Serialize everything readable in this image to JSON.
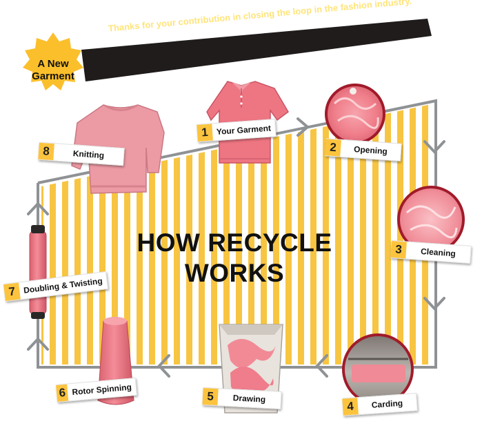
{
  "diagram": {
    "title_line1": "HOW RECYCLE",
    "title_line2": "WORKS",
    "banner_text": "Thanks for your contribution in closing the loop in the fashion industry.",
    "star_text_line1": "A New",
    "star_text_line2": "Garment",
    "colors": {
      "stripe": "#f7c542",
      "frame": "#8f9295",
      "banner": "#1f1c1b",
      "banner_text": "#ffe47a",
      "star": "#fbbf2c",
      "number_badge": "#fcc43e",
      "fabric_pink": "#ee7d89",
      "circle_border": "#a01b2a"
    },
    "steps": [
      {
        "number": "1",
        "label": "Your Garment",
        "image": "polo-shirt"
      },
      {
        "number": "2",
        "label": "Opening",
        "image": "opened-fibres"
      },
      {
        "number": "3",
        "label": "Cleaning",
        "image": "cleaned-fibres"
      },
      {
        "number": "4",
        "label": "Carding",
        "image": "carding-machine"
      },
      {
        "number": "5",
        "label": "Drawing",
        "image": "sliver-in-can"
      },
      {
        "number": "6",
        "label": "Rotor Spinning",
        "image": "yarn-cone"
      },
      {
        "number": "7",
        "label": "Doubling & Twisting",
        "image": "yarn-spool"
      },
      {
        "number": "8",
        "label": "Knitting",
        "image": "knitted-sweater"
      }
    ]
  }
}
